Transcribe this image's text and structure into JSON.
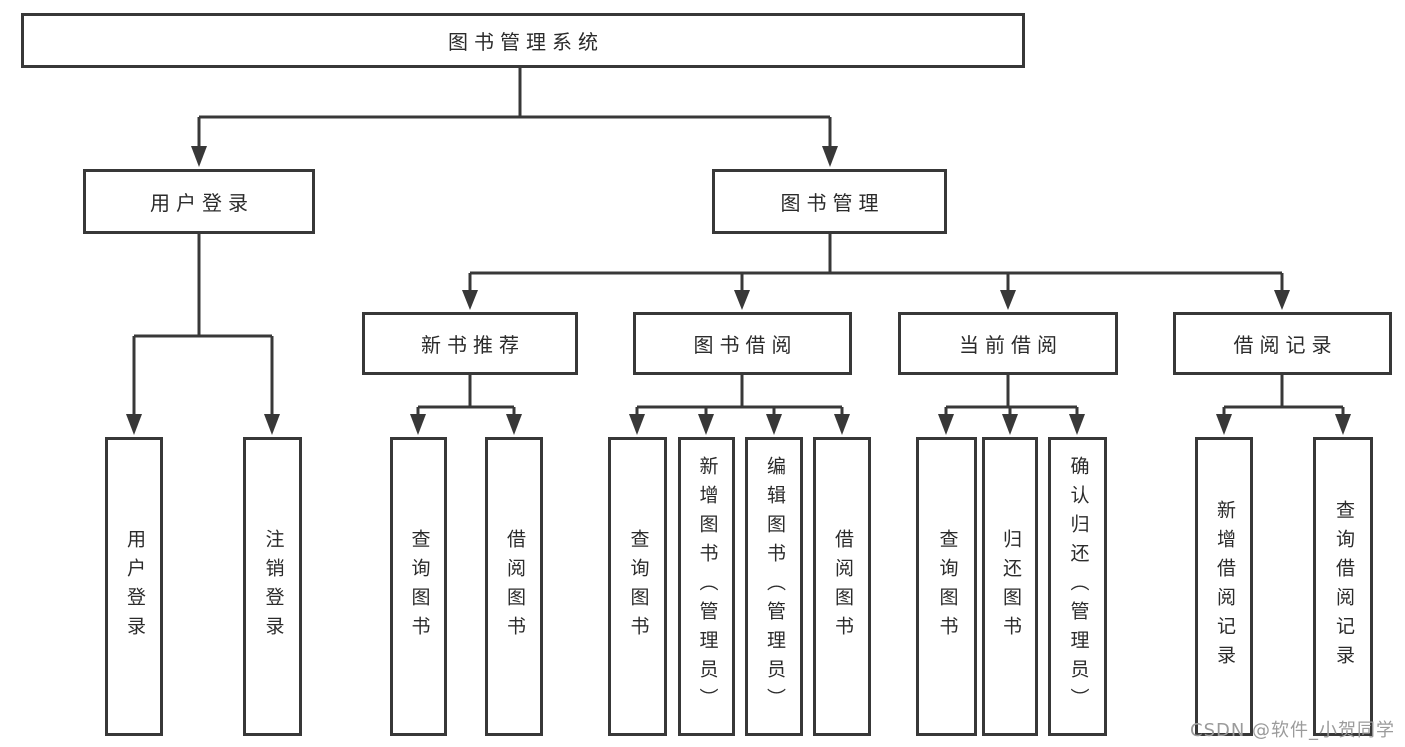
{
  "diagram": {
    "title": "图书管理系统",
    "branches": [
      {
        "label": "用户登录",
        "children": [
          {
            "label": "用户登录"
          },
          {
            "label": "注销登录"
          }
        ]
      },
      {
        "label": "图书管理",
        "children": [
          {
            "label": "新书推荐",
            "children": [
              {
                "label": "查询图书"
              },
              {
                "label": "借阅图书"
              }
            ]
          },
          {
            "label": "图书借阅",
            "children": [
              {
                "label": "查询图书"
              },
              {
                "label": "新增图书（管理员）"
              },
              {
                "label": "编辑图书（管理员）"
              },
              {
                "label": "借阅图书"
              }
            ]
          },
          {
            "label": "当前借阅",
            "children": [
              {
                "label": "查询图书"
              },
              {
                "label": "归还图书"
              },
              {
                "label": "确认归还（管理员）"
              }
            ]
          },
          {
            "label": "借阅记录",
            "children": [
              {
                "label": "新增借阅记录"
              },
              {
                "label": "查询借阅记录"
              }
            ]
          }
        ]
      }
    ]
  },
  "watermark": {
    "text": "CSDN @软件_小贺同学"
  },
  "colors": {
    "line": "#383838",
    "box_border": "#383838",
    "text": "#2b2b2b",
    "background": "#ffffff",
    "watermark": "#9b9b9b"
  }
}
